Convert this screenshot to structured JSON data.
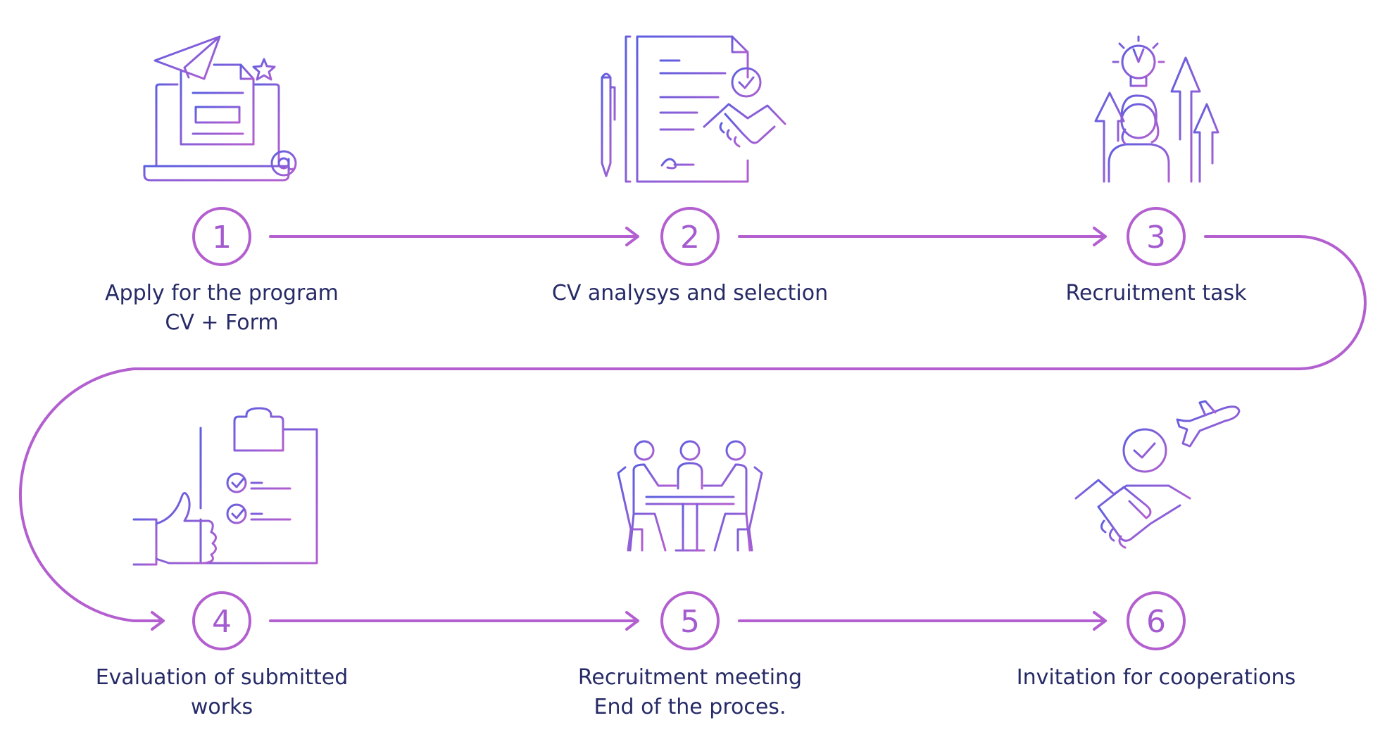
{
  "colors": {
    "connector": "#b35fd0",
    "number": "#a45bcf",
    "icon_start": "#5b5fe0",
    "icon_end": "#b35fd0",
    "label_text": "#262a66"
  },
  "steps": [
    {
      "number": "1",
      "label_lines": [
        "Apply for the program",
        "CV + Form"
      ],
      "icon": "laptop-paper-plane-icon"
    },
    {
      "number": "2",
      "label_lines": [
        "CV analysys and selection"
      ],
      "icon": "contract-handshake-icon"
    },
    {
      "number": "3",
      "label_lines": [
        "Recruitment task"
      ],
      "icon": "person-lightbulb-growth-icon"
    },
    {
      "number": "4",
      "label_lines": [
        "Evaluation of submitted",
        "works"
      ],
      "icon": "clipboard-thumbs-up-icon"
    },
    {
      "number": "5",
      "label_lines": [
        "Recruitment meeting",
        "End of the proces."
      ],
      "icon": "meeting-table-icon"
    },
    {
      "number": "6",
      "label_lines": [
        "Invitation for cooperations"
      ],
      "icon": "handshake-plane-icon"
    }
  ]
}
